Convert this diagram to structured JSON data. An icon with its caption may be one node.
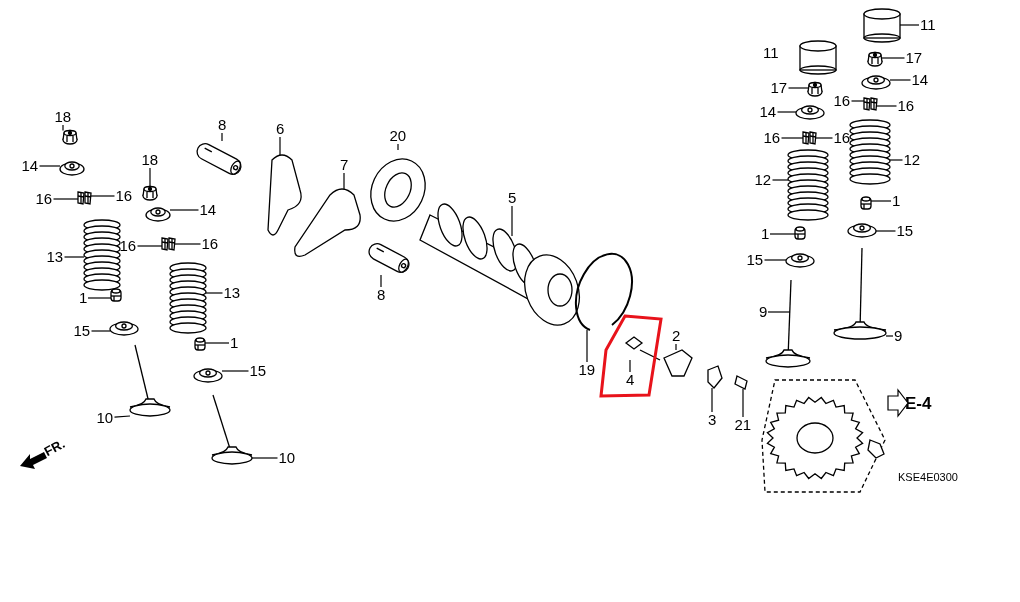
{
  "diagram": {
    "nodes": [
      {
        "text": [
          "18"
        ]
      },
      {
        "text": [
          "14"
        ]
      },
      {
        "text": [
          "16"
        ]
      },
      {
        "text": [
          "16"
        ]
      },
      {
        "text": [
          "13"
        ]
      },
      {
        "text": [
          "1"
        ]
      },
      {
        "text": [
          "15"
        ]
      },
      {
        "text": [
          "10"
        ]
      },
      {
        "text": [
          "18"
        ]
      },
      {
        "text": [
          "14"
        ]
      },
      {
        "text": [
          "16"
        ]
      },
      {
        "text": [
          "16"
        ]
      },
      {
        "text": [
          "13"
        ]
      },
      {
        "text": [
          "1"
        ]
      },
      {
        "text": [
          "15"
        ]
      },
      {
        "text": [
          "10"
        ]
      },
      {
        "text": [
          "8"
        ]
      },
      {
        "text": [
          "6"
        ]
      },
      {
        "text": [
          "7"
        ]
      },
      {
        "text": [
          "20"
        ]
      },
      {
        "text": [
          "8"
        ]
      },
      {
        "text": [
          "5"
        ]
      },
      {
        "text": [
          "19"
        ]
      },
      {
        "text": [
          "4"
        ]
      },
      {
        "text": [
          "2"
        ]
      },
      {
        "text": [
          "3"
        ]
      },
      {
        "text": [
          "21"
        ]
      },
      {
        "text": [
          "9"
        ]
      },
      {
        "text": [
          "9"
        ]
      },
      {
        "text": [
          "11"
        ]
      },
      {
        "text": [
          "17"
        ]
      },
      {
        "text": [
          "14"
        ]
      },
      {
        "text": [
          "16"
        ]
      },
      {
        "text": [
          "16"
        ]
      },
      {
        "text": [
          "12"
        ]
      },
      {
        "text": [
          "1"
        ]
      },
      {
        "text": [
          "15"
        ]
      },
      {
        "text": [
          "17"
        ]
      },
      {
        "text": [
          "14"
        ]
      },
      {
        "text": [
          "16"
        ]
      },
      {
        "text": [
          "16"
        ]
      },
      {
        "text": [
          "12"
        ]
      },
      {
        "text": [
          "1"
        ]
      },
      {
        "text": [
          "15"
        ]
      },
      {
        "text": [],
        "shape": "picture"
      },
      {
        "text": [],
        "shape": "picture"
      },
      {
        "text": [],
        "shape": "picture"
      },
      {
        "text": [],
        "shape": "picture"
      },
      {
        "text": [],
        "shape": "picture"
      },
      {
        "text": [],
        "shape": "picture"
      },
      {
        "text": [],
        "shape": "picture"
      },
      {
        "text": [],
        "shape": "picture"
      },
      {
        "text": [],
        "shape": "picture"
      },
      {
        "text": [],
        "shape": "picture"
      },
      {
        "text": [],
        "shape": "picture"
      },
      {
        "text": [],
        "shape": "picture"
      },
      {
        "text": [],
        "shape": "picture"
      },
      {
        "text": [],
        "shape": "picture"
      },
      {
        "text": [],
        "shape": "picture"
      },
      {
        "text": [],
        "shape": "picture"
      },
      {
        "text": [],
        "shape": "picture"
      },
      {
        "text": [],
        "shape": "picture"
      },
      {
        "text": [],
        "shape": "picture"
      },
      {
        "text": [],
        "shape": "picture"
      },
      {
        "text": [],
        "shape": "picture"
      },
      {
        "text": [],
        "shape": "picture"
      },
      {
        "text": [],
        "shape": "picture"
      },
      {
        "text": [],
        "shape": "picture"
      },
      {
        "text": [],
        "shape": "picture"
      },
      {
        "text": [],
        "shape": "picture"
      },
      {
        "text": [],
        "shape": "picture"
      },
      {
        "text": [],
        "shape": "picture"
      },
      {
        "text": [],
        "shape": "picture"
      },
      {
        "text": [],
        "shape": "picture"
      },
      {
        "text": [],
        "shape": "picture"
      },
      {
        "text": [],
        "shape": "picture"
      },
      {
        "text": [],
        "shape": "picture"
      },
      {
        "text": [],
        "shape": "picture"
      },
      {
        "text": [],
        "shape": "picture"
      },
      {
        "text": [],
        "shape": "picture"
      },
      {
        "text": [],
        "shape": "picture"
      },
      {
        "text": [],
        "shape": "picture"
      },
      {
        "text": [],
        "shape": "picture"
      },
      {
        "text": [],
        "shape": "picture"
      },
      {
        "text": [],
        "shape": "picture"
      },
      {
        "text": [],
        "shape": "picture"
      },
      {
        "text": [],
        "shape": "picture"
      },
      {
        "text": [],
        "shape": "picture"
      }
    ],
    "edges": [
      {
        "from": 0,
        "to": 44,
        "arrow": "none"
      },
      {
        "from": 1,
        "to": 45,
        "arrow": "none"
      },
      {
        "from": 2,
        "to": 46,
        "arrow": "none"
      },
      {
        "from": 3,
        "to": 47,
        "arrow": "none"
      },
      {
        "from": 4,
        "to": 48,
        "arrow": "none"
      },
      {
        "from": 5,
        "to": 49,
        "arrow": "none"
      },
      {
        "from": 6,
        "to": 50,
        "arrow": "none"
      },
      {
        "from": 7,
        "to": 51,
        "arrow": "none"
      },
      {
        "from": 8,
        "to": 52,
        "arrow": "none"
      },
      {
        "from": 9,
        "to": 53,
        "arrow": "none"
      },
      {
        "from": 10,
        "to": 54,
        "arrow": "none"
      },
      {
        "from": 11,
        "to": 55,
        "arrow": "none"
      },
      {
        "from": 12,
        "to": 56,
        "arrow": "none"
      },
      {
        "from": 13,
        "to": 57,
        "arrow": "none"
      },
      {
        "from": 14,
        "to": 58,
        "arrow": "none"
      },
      {
        "from": 15,
        "to": 59,
        "arrow": "none"
      },
      {
        "from": 16,
        "to": 60,
        "arrow": "none"
      },
      {
        "from": 17,
        "to": 61,
        "arrow": "none"
      },
      {
        "from": 18,
        "to": 62,
        "arrow": "none"
      },
      {
        "from": 19,
        "to": 63,
        "arrow": "none"
      },
      {
        "from": 20,
        "to": 64,
        "arrow": "none"
      },
      {
        "from": 21,
        "to": 65,
        "arrow": "none"
      },
      {
        "from": 22,
        "to": 66,
        "arrow": "none"
      },
      {
        "from": 23,
        "to": 67,
        "arrow": "none"
      },
      {
        "from": 24,
        "to": 68,
        "arrow": "none"
      },
      {
        "from": 25,
        "to": 69,
        "arrow": "none"
      },
      {
        "from": 26,
        "to": 70,
        "arrow": "none"
      },
      {
        "from": 27,
        "to": 71,
        "arrow": "none"
      },
      {
        "from": 28,
        "to": 72,
        "arrow": "none"
      },
      {
        "from": 29,
        "to": 73,
        "arrow": "none"
      },
      {
        "from": 30,
        "to": 74,
        "arrow": "none"
      },
      {
        "from": 31,
        "to": 75,
        "arrow": "none"
      },
      {
        "from": 32,
        "to": 76,
        "arrow": "none"
      },
      {
        "from": 33,
        "to": 77,
        "arrow": "none"
      },
      {
        "from": 34,
        "to": 78,
        "arrow": "none"
      },
      {
        "from": 35,
        "to": 79,
        "arrow": "none"
      },
      {
        "from": 36,
        "to": 80,
        "arrow": "none"
      },
      {
        "from": 37,
        "to": 81,
        "arrow": "none"
      },
      {
        "from": 38,
        "to": 82,
        "arrow": "none"
      },
      {
        "from": 39,
        "to": 83,
        "arrow": "none"
      },
      {
        "from": 40,
        "to": 84,
        "arrow": "none"
      },
      {
        "from": 41,
        "to": 85,
        "arrow": "none"
      },
      {
        "from": 42,
        "to": 86,
        "arrow": "none"
      },
      {
        "from": 43,
        "to": 87,
        "arrow": "none"
      }
    ],
    "labels": [
      "11",
      "E-4",
      "FR.",
      "KSE4E0300"
    ]
  }
}
